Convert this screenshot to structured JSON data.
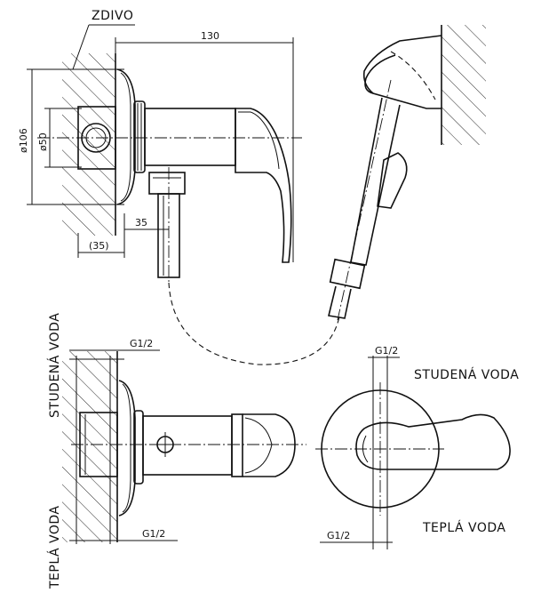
{
  "labels": {
    "wall": "ZDIVO",
    "cold_water_left": "STUDENÁ VODA",
    "warm_water_left": "TEPLÁ VODA",
    "cold_water_right": "STUDENÁ VODA",
    "warm_water_right": "TEPLÁ VODA"
  },
  "dimensions": {
    "overall_length": "130",
    "rosette_diameter": "ø106",
    "body_diameter": "ø50",
    "outlet_offset": "35",
    "wall_depth": "(35)",
    "thread_top_left": "G1/2",
    "thread_bottom_left": "G1/2",
    "thread_top_right": "G1/2",
    "thread_bottom_right": "G1/2"
  }
}
